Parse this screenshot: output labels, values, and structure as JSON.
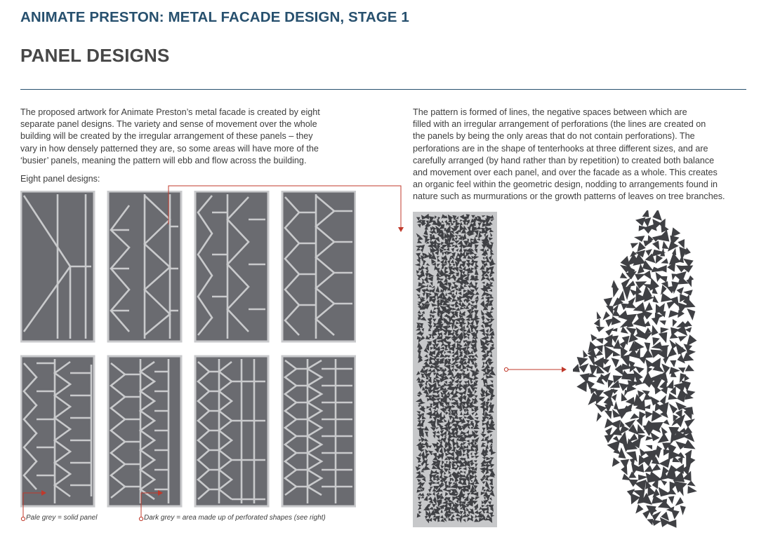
{
  "header": {
    "title": "ANIMATE PRESTON: METAL FACADE DESIGN, STAGE 1"
  },
  "section": {
    "title": "PANEL DESIGNS"
  },
  "intro": {
    "lines": [
      "The proposed artwork for Animate Preston’s metal facade is created by eight",
      "separate panel designs. The variety and sense of movement over the whole",
      "building will be created by the irregular arrangement of these panels – they",
      "vary in how densely patterned they are, so some areas will have more of the",
      "‘busier’ panels, meaning the pattern will ebb and flow across the building."
    ]
  },
  "pattern_text": {
    "lines": [
      "The pattern is formed of lines, the negative spaces between which are",
      "filled with an irregular arrangement of perforations (the lines are created on",
      "the panels by being the only areas that do not contain perforations). The",
      "perforations are in the shape of tenterhooks at three different sizes, and are",
      "carefully arranged (by hand rather than by repetition) to created both balance",
      "and movement over each panel, and over the facade as a whole. This creates",
      "an organic feel within the geometric design, nodding to arrangements found in",
      "nature such as murmurations or the growth patterns of leaves on tree branches."
    ]
  },
  "panels": {
    "label": "Eight panel designs:",
    "count": 8
  },
  "legend": {
    "pale": "Pale grey = solid panel",
    "dark": "Dark grey = area made up of perforated shapes (see right)"
  },
  "colors": {
    "heading": "#27506e",
    "panel_dark": "#6a6b70",
    "panel_line": "#c9cacc",
    "accent_arrow": "#c0392b",
    "perforation": "#3f4044"
  }
}
